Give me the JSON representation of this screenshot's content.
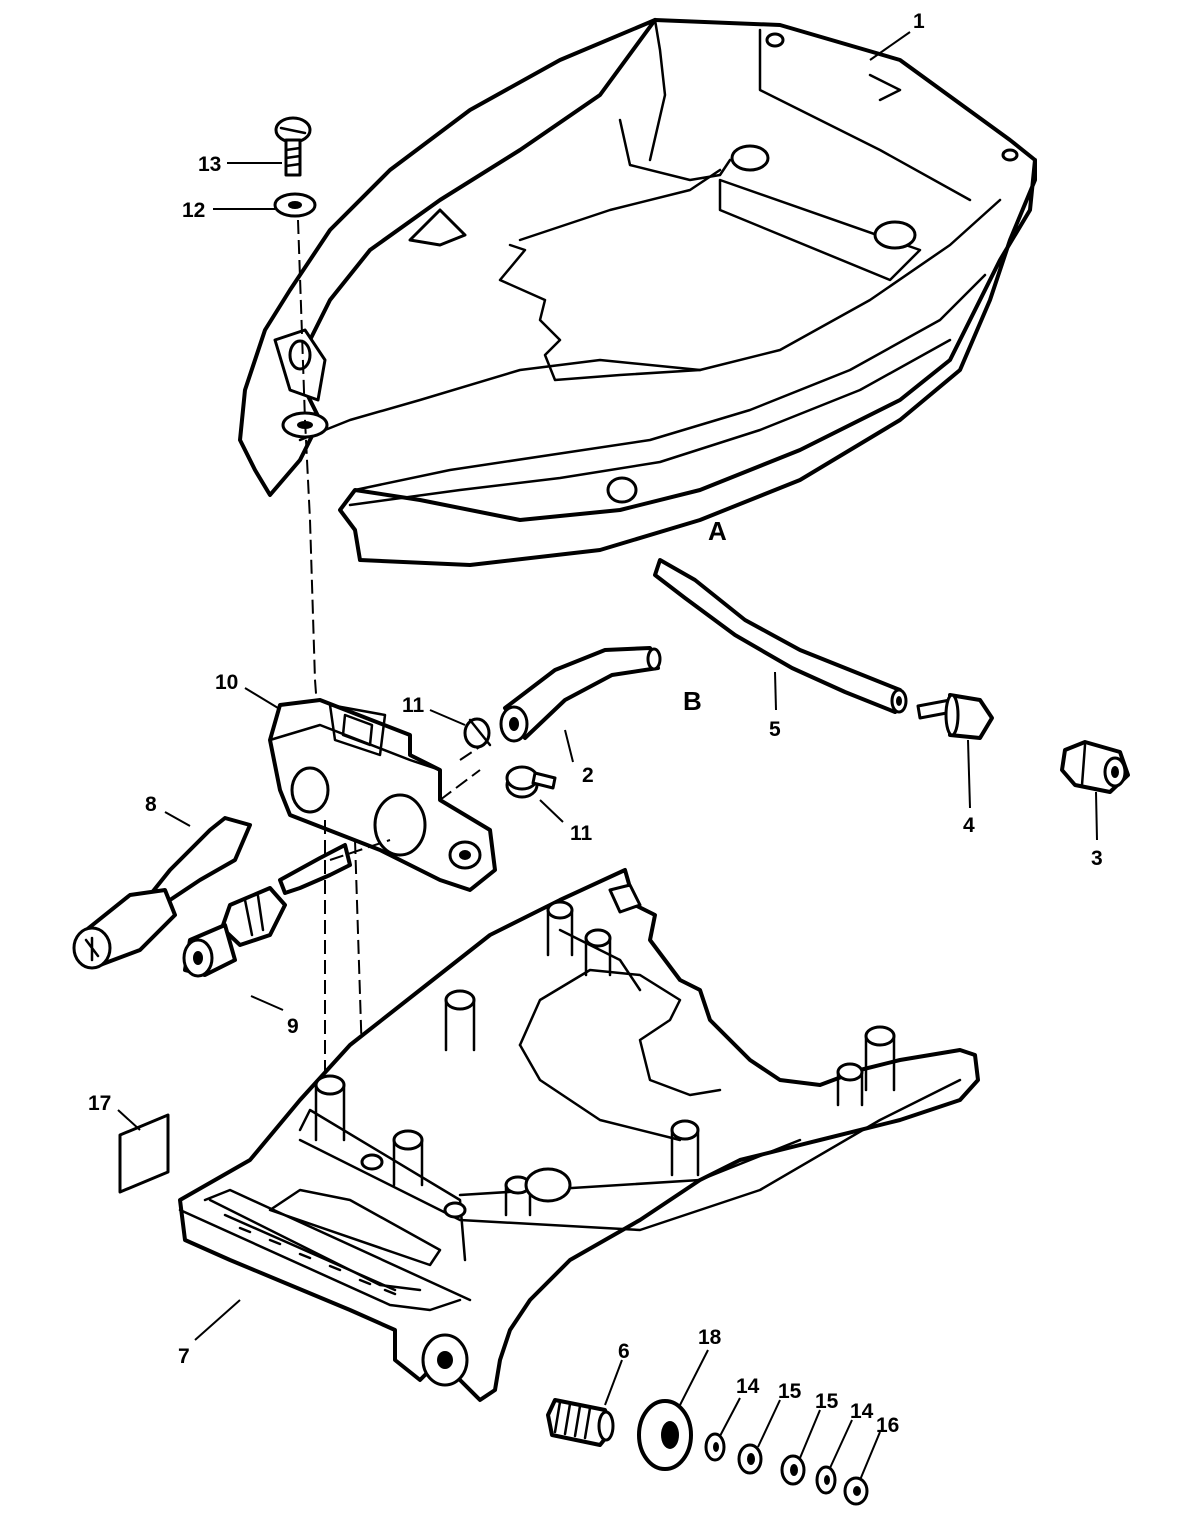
{
  "callouts": {
    "c1": "1",
    "c2": "2",
    "c3": "3",
    "c4": "4",
    "c5": "5",
    "c6": "6",
    "c7": "7",
    "c8": "8",
    "c9": "9",
    "c10": "10",
    "c11a": "11",
    "c11b": "11",
    "c12": "12",
    "c13": "13",
    "c14a": "14",
    "c14b": "14",
    "c15a": "15",
    "c15b": "15",
    "c16": "16",
    "c17": "17",
    "c18": "18"
  },
  "sections": {
    "a": "A",
    "b": "B"
  }
}
